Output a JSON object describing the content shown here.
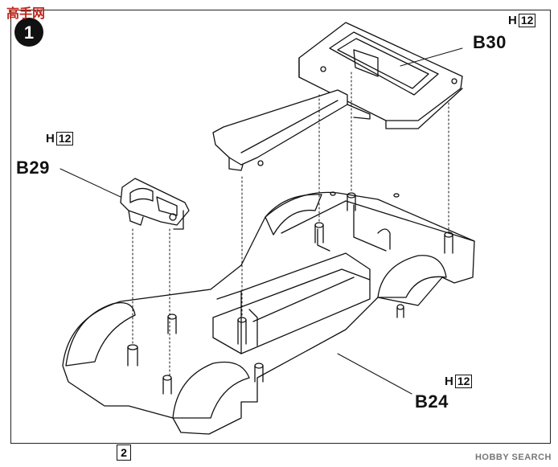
{
  "step": {
    "number": "1",
    "sub_step": "2"
  },
  "parts": [
    {
      "id": "B30",
      "code_prefix": "H",
      "code_num": "12"
    },
    {
      "id": "B29",
      "code_prefix": "H",
      "code_num": "12"
    },
    {
      "id": "B24",
      "code_prefix": "H",
      "code_num": "12"
    }
  ],
  "watermark": {
    "text": "HOBBY SEARCH",
    "site_chars": "高手网"
  },
  "colors": {
    "line": "#111111",
    "badge": "#c0261c"
  }
}
